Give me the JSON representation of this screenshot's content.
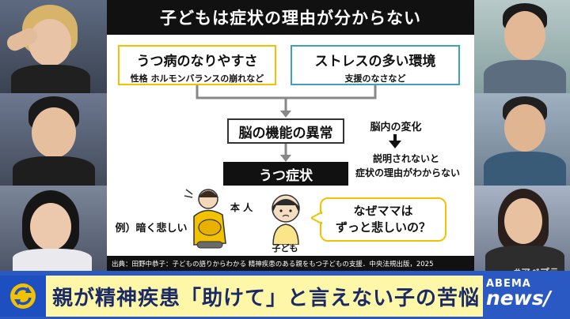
{
  "slide": {
    "title": "子どもは症状の理由が分からない",
    "box_left": {
      "main": "うつ病のなりやすさ",
      "sub": "性格 ホルモンバランスの崩れなど"
    },
    "box_right": {
      "main": "ストレスの多い環境",
      "sub": "支援のなさなど"
    },
    "middle_box": "脳の機能の異常",
    "result_box": "うつ症状",
    "brain_change": "脳内の変化",
    "unexplained": "説明されないと",
    "unknown_reason": "症状の理由がわからない",
    "person_label": "本 人",
    "example": "例）暗く悲しい",
    "child_label": "子ども",
    "speech_line1": "なぜママは",
    "speech_line2": "ずっと悲しいの？",
    "source": "出典：田野中恭子：子どもの語りからわかる 精神疾患のある親をもつ子どもの支援．中央法規出版，2025"
  },
  "banner": {
    "headline": "親が精神疾患「助けて」と言えない子の苦悩",
    "logo_top": "ABEMA",
    "logo_bottom": "news/",
    "watermark": "#アベプラ"
  },
  "colors": {
    "yellow": "#f2c200",
    "teal": "#3aa3b9",
    "banner_blue": "#2b59c3",
    "headline_bg": "#fff7a8"
  }
}
